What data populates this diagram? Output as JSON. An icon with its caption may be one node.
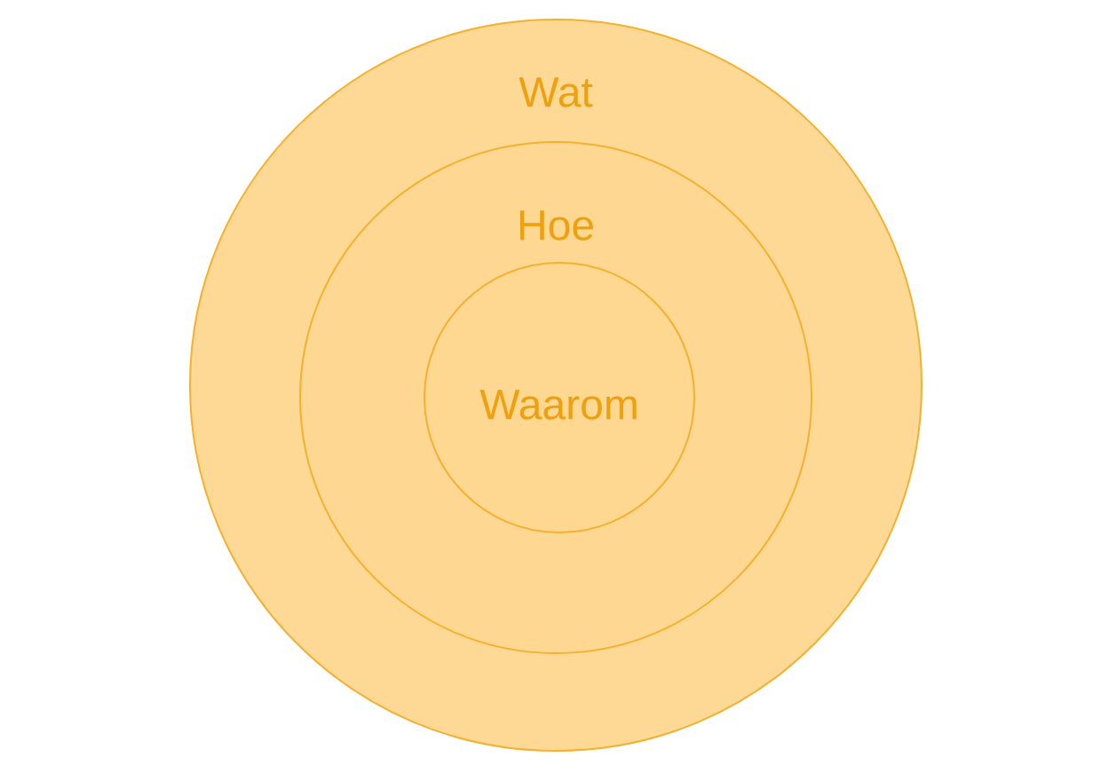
{
  "diagram": {
    "nodes": [
      {
        "text": [
          "Wat"
        ]
      },
      {
        "text": [
          "Hoe"
        ],
        "in": 0
      },
      {
        "text": [
          "Waarom"
        ],
        "in": 1
      }
    ]
  }
}
